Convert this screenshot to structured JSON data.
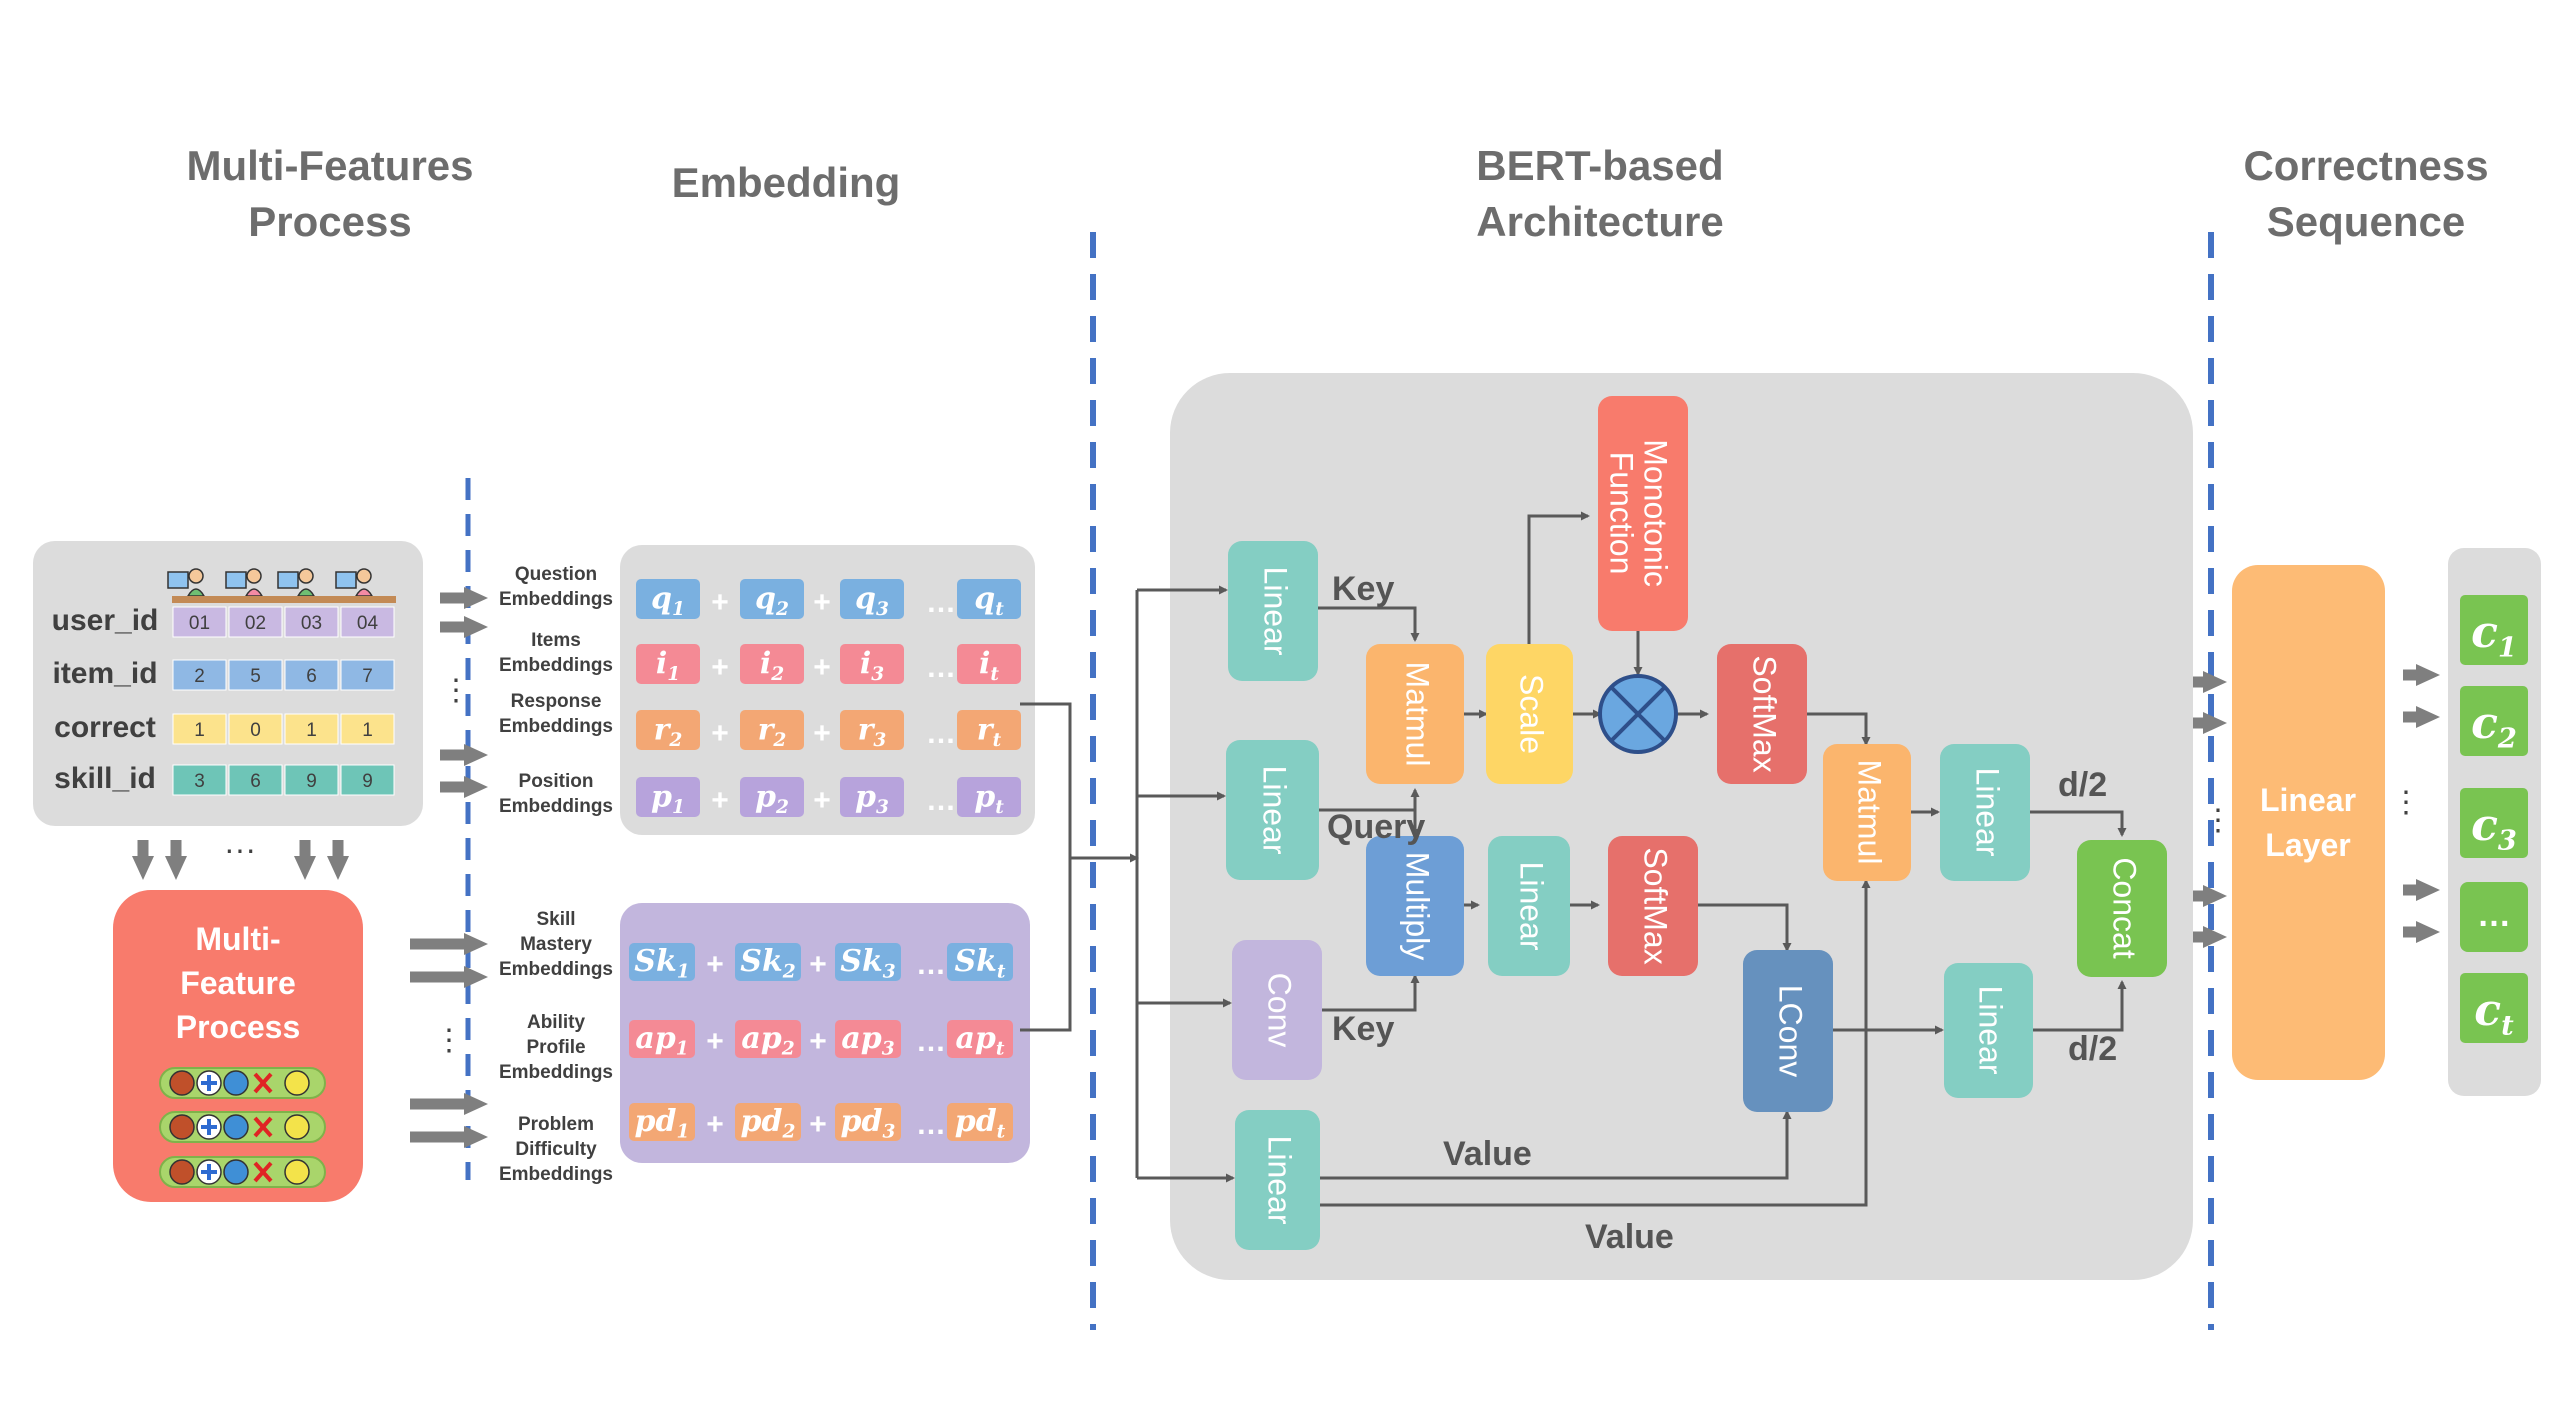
{
  "sections": {
    "multi_features": [
      "Multi-Features",
      "Process"
    ],
    "embedding": [
      "Embedding"
    ],
    "bert": [
      "BERT-based",
      "Architecture"
    ],
    "correctness": [
      "Correctness",
      "Sequence"
    ]
  },
  "features": {
    "rows": [
      {
        "name": "user_id",
        "values": [
          "01",
          "02",
          "03",
          "04"
        ],
        "color": "#c9b9e2"
      },
      {
        "name": "item_id",
        "values": [
          "2",
          "5",
          "6",
          "7"
        ],
        "color": "#8fb8e4"
      },
      {
        "name": "correct",
        "values": [
          "1",
          "0",
          "1",
          "1"
        ],
        "color": "#fce38c"
      },
      {
        "name": "skill_id",
        "values": [
          "3",
          "6",
          "9",
          "9"
        ],
        "color": "#6ec5b7"
      }
    ]
  },
  "mfp_block": {
    "lines": [
      "Multi-",
      "Feature",
      "Process"
    ],
    "color": "#f87b6c"
  },
  "embeddings_top": [
    {
      "label": [
        "Question",
        "Embeddings"
      ],
      "tokens": [
        [
          "q",
          "1"
        ],
        [
          "q",
          "2"
        ],
        [
          "q",
          "3"
        ],
        [
          "q",
          "t"
        ]
      ],
      "color": "#7ab0e0"
    },
    {
      "label": [
        "Items",
        "Embeddings"
      ],
      "tokens": [
        [
          "i",
          "1"
        ],
        [
          "i",
          "2"
        ],
        [
          "i",
          "3"
        ],
        [
          "i",
          "t"
        ]
      ],
      "color": "#f48a95"
    },
    {
      "label": [
        "Response",
        "Embeddings"
      ],
      "tokens": [
        [
          "r",
          "2"
        ],
        [
          "r",
          "2"
        ],
        [
          "r",
          "3"
        ],
        [
          "r",
          "t"
        ]
      ],
      "color": "#f3a774"
    },
    {
      "label": [
        "Position",
        "Embeddings"
      ],
      "tokens": [
        [
          "p",
          "1"
        ],
        [
          "p",
          "2"
        ],
        [
          "p",
          "3"
        ],
        [
          "p",
          "t"
        ]
      ],
      "color": "#b7a3dc"
    }
  ],
  "embeddings_bottom": [
    {
      "label": [
        "Skill",
        "Mastery",
        "Embeddings"
      ],
      "tokens": [
        [
          "Sk",
          "1"
        ],
        [
          "Sk",
          "2"
        ],
        [
          "Sk",
          "3"
        ],
        [
          "Sk",
          "t"
        ]
      ],
      "color": "#7ab0e0"
    },
    {
      "label": [
        "Ability",
        "Profile",
        "Embeddings"
      ],
      "tokens": [
        [
          "ap",
          "1"
        ],
        [
          "ap",
          "2"
        ],
        [
          "ap",
          "3"
        ],
        [
          "ap",
          "t"
        ]
      ],
      "color": "#f48a95"
    },
    {
      "label": [
        "Problem",
        "Difficulty",
        "Embeddings"
      ],
      "tokens": [
        [
          "pd",
          "1"
        ],
        [
          "pd",
          "2"
        ],
        [
          "pd",
          "3"
        ],
        [
          "pd",
          "t"
        ]
      ],
      "color": "#f3a774"
    }
  ],
  "ops": {
    "plus": "+",
    "dots": "…",
    "vdots": "⋮",
    "cdots": "···"
  },
  "bert_blocks": {
    "linear": "Linear",
    "conv": "Conv",
    "matmul": "Matmul",
    "multiply": "Multiply",
    "scale": "Scale",
    "softmax": "SoftMax",
    "monotonic": [
      "Monotonic",
      "Function"
    ],
    "lconv": "LConv",
    "concat": "Concat"
  },
  "bert_labels": {
    "key": "Key",
    "query": "Query",
    "value": "Value",
    "half": "d/2"
  },
  "linear_layer": [
    "Linear",
    "Layer"
  ],
  "outputs": [
    [
      "c",
      "1"
    ],
    [
      "c",
      "2"
    ],
    [
      "c",
      "3"
    ],
    [
      "…",
      ""
    ],
    [
      "c",
      "t"
    ]
  ],
  "colors": {
    "divider": "#4472c4",
    "panel": "#dcdcdc",
    "linear": "#84cec3",
    "conv": "#c2b6dd",
    "matmul": "#fbb56d",
    "multiply": "#6d9ed6",
    "scale": "#fed665",
    "softmax": "#e6706b",
    "monotonic": "#f87b6c",
    "lconv": "#6691be",
    "concat": "#79c451",
    "linear_layer": "#fdbb75",
    "output": "#79c451"
  },
  "icons": [
    "student-icon",
    "multiply-circle-icon",
    "plus-icon",
    "cross-icon"
  ]
}
